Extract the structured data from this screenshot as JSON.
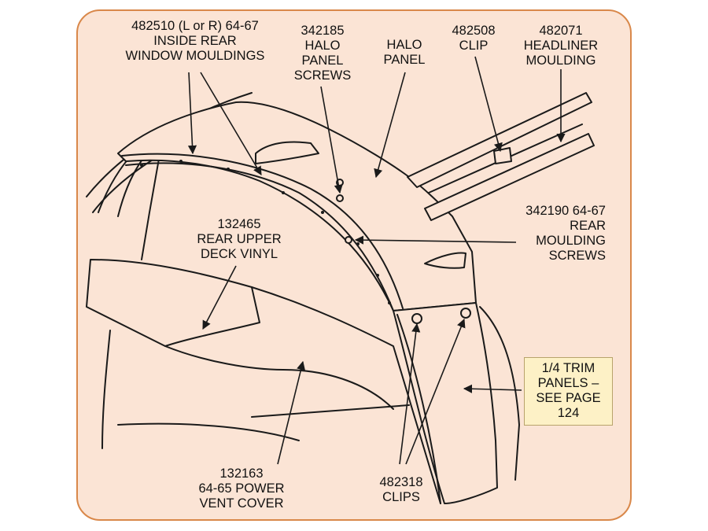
{
  "colors": {
    "frame_fill": "#fbe4d5",
    "frame_border": "#d9884a",
    "callout_box_fill": "#fdf1c6",
    "line": "#1a1a1a"
  },
  "labels": {
    "inside_rear_window_mouldings": [
      "482510 (L or R) 64-67",
      "INSIDE REAR",
      "WINDOW MOULDINGS"
    ],
    "halo_panel_screws": [
      "342185",
      "HALO",
      "PANEL",
      "SCREWS"
    ],
    "halo_panel": [
      "HALO",
      "PANEL"
    ],
    "clip": [
      "482508",
      "CLIP"
    ],
    "headliner_moulding": [
      "482071",
      "HEADLINER",
      "MOULDING"
    ],
    "rear_moulding_screws": [
      "342190  64-67",
      "REAR",
      "MOULDING",
      "SCREWS"
    ],
    "rear_upper_deck_vinyl": [
      "132465",
      "REAR UPPER",
      "DECK VINYL"
    ],
    "power_vent_cover": [
      "132163",
      "64-65 POWER",
      "VENT COVER"
    ],
    "clips": [
      "482318",
      "CLIPS"
    ],
    "trim_panels_note": [
      "1/4 TRIM",
      "PANELS –",
      "SEE PAGE",
      "124"
    ]
  }
}
